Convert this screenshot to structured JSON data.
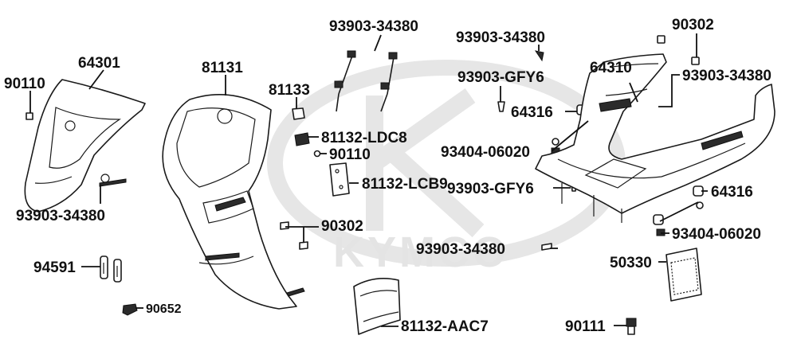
{
  "watermark": {
    "brand": "KYMCO"
  },
  "callouts": [
    {
      "id": "c1",
      "part_no": "90110"
    },
    {
      "id": "c2",
      "part_no": "64301"
    },
    {
      "id": "c3",
      "part_no": "93903-34380"
    },
    {
      "id": "c4",
      "part_no": "94591"
    },
    {
      "id": "c5",
      "part_no": "90652"
    },
    {
      "id": "c6",
      "part_no": "81131"
    },
    {
      "id": "c7",
      "part_no": "93903-34380"
    },
    {
      "id": "c8",
      "part_no": "81133"
    },
    {
      "id": "c9",
      "part_no": "81132-LDC8"
    },
    {
      "id": "c10",
      "part_no": "90110"
    },
    {
      "id": "c11",
      "part_no": "81132-LCB9"
    },
    {
      "id": "c12",
      "part_no": "90302"
    },
    {
      "id": "c13",
      "part_no": "81132-AAC7"
    },
    {
      "id": "c14",
      "part_no": "93903-34380"
    },
    {
      "id": "c15",
      "part_no": "93903-GFY6"
    },
    {
      "id": "c16",
      "part_no": "64316"
    },
    {
      "id": "c17",
      "part_no": "93404-06020"
    },
    {
      "id": "c18",
      "part_no": "93903-GFY6"
    },
    {
      "id": "c19",
      "part_no": "93903-34380"
    },
    {
      "id": "c20",
      "part_no": "64310"
    },
    {
      "id": "c21",
      "part_no": "90302"
    },
    {
      "id": "c22",
      "part_no": "93903-34380"
    },
    {
      "id": "c23",
      "part_no": "64316"
    },
    {
      "id": "c24",
      "part_no": "93404-06020"
    },
    {
      "id": "c25",
      "part_no": "50330"
    },
    {
      "id": "c26",
      "part_no": "90111"
    }
  ]
}
